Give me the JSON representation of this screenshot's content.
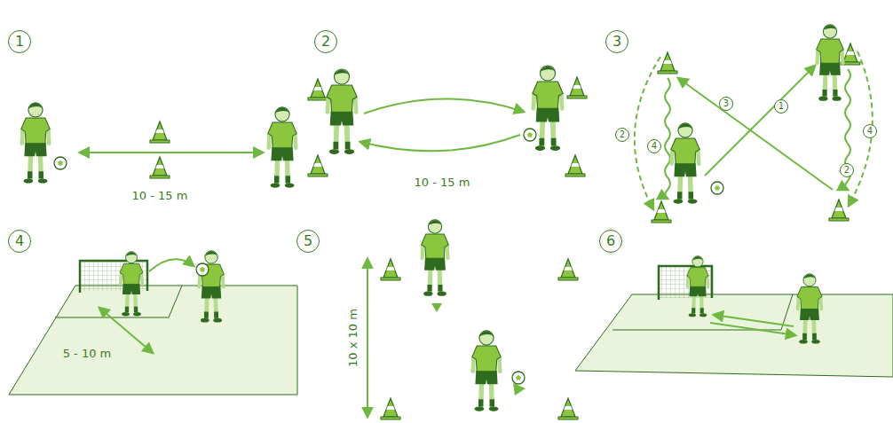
{
  "diagram": {
    "labels": [
      "1",
      "2",
      "3",
      "4",
      "5",
      "6",
      "10 - 15 m",
      "10 - 15 m",
      "5 - 10 m",
      "10 x 10 m",
      "2",
      "4",
      "3",
      "1",
      "2",
      "4"
    ]
  }
}
